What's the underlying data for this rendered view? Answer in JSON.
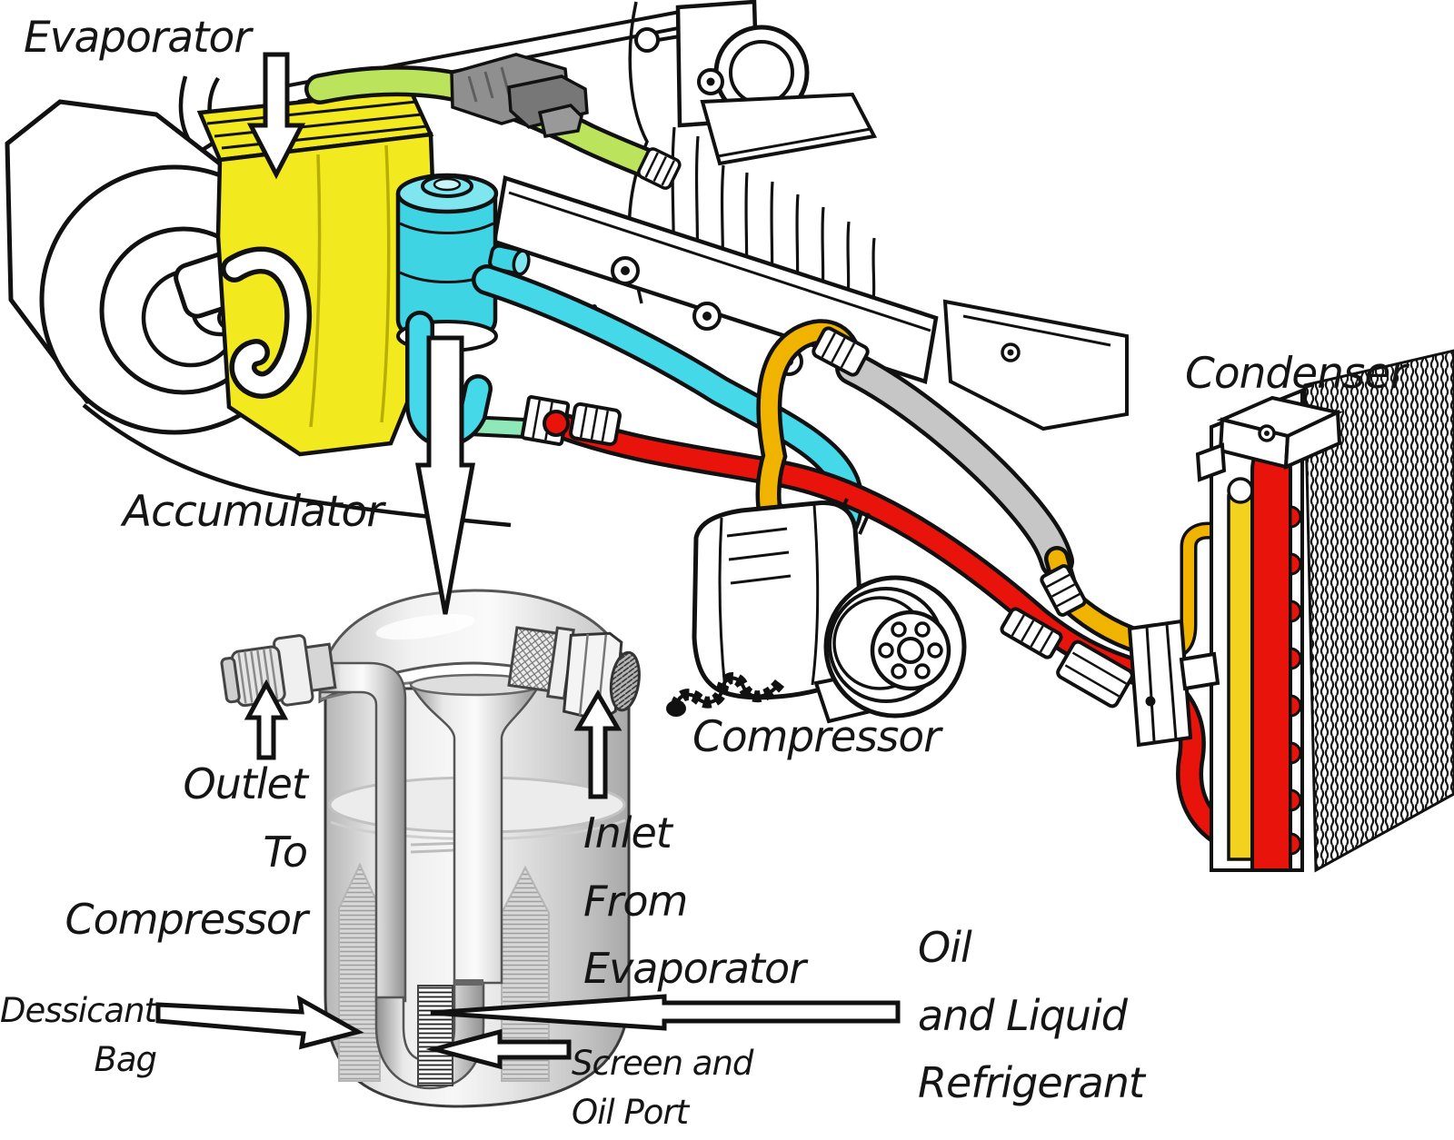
{
  "diagram": {
    "title": "Automotive A/C system with accumulator cutaway",
    "component_labels": {
      "evaporator": "Evaporator",
      "accumulator": "Accumulator",
      "condenser": "Condenser",
      "compressor": "Compressor"
    },
    "callout_labels": {
      "outlet": "Outlet\nTo\nCompressor",
      "inlet": "Inlet\nFrom\nEvaporator",
      "dessicant": "Dessicant\nBag",
      "screen": "Screen and\nOil Port",
      "oil": "Oil\nand Liquid\nRefrigerant"
    },
    "arrows": [
      "evaporator-down-arrow",
      "accumulator-down-arrow",
      "outlet-up-arrow",
      "inlet-up-arrow",
      "dessicant-right-arrow",
      "screen-left-arrow",
      "oil-left-arrow"
    ]
  },
  "colors": {
    "label_black": "#151515",
    "line_black": "#111111",
    "evaporator_yellow": "#F2EA1E",
    "accumulator_cyan": "#3FD4E4",
    "heater_hose_green": "#BCE35C",
    "suction_hose_cyan": "#45D8E8",
    "liquid_hose_red": "#E8140C",
    "discharge_hose_amber": "#F0B400",
    "condenser_pipe_yellow": "#F2D21F",
    "insulation_gray": "#C6C6C6"
  }
}
